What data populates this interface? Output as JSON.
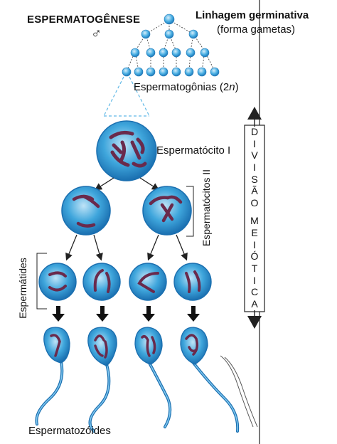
{
  "labels": {
    "title": "ESPERMATOGÊNESE",
    "male_symbol": "♂",
    "lineage_title": "Linhagem germinativa",
    "lineage_subtitle": "(forma gametas)",
    "spermatogonia_main": "Espermatogônias (2",
    "spermatogonia_n": "n",
    "spermatogonia_close": ")",
    "spermatocyte_1": "Espermatócito I",
    "spermatocytes_2": "Espermatócitos II",
    "spermatids": "Espermátides",
    "spermatozoa": "Espermatozóides"
  },
  "meiosis_letters": [
    "D",
    "I",
    "V",
    "I",
    "S",
    "Ã",
    "O",
    "",
    "M",
    "E",
    "I",
    "Ó",
    "T",
    "I",
    "C",
    "A"
  ],
  "colors": {
    "cell_fill": "#3fa6dc",
    "cell_dark": "#1a6fb0",
    "cell_light": "#bfe3f7",
    "chromosome": "#6a2a4c",
    "line": "#222222",
    "dashed": "#5fb8e6"
  }
}
